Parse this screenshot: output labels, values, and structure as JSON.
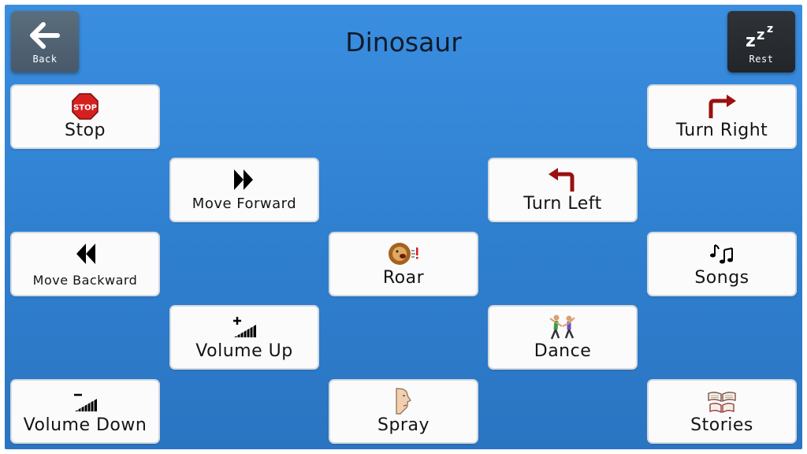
{
  "header": {
    "title": "Dinosaur"
  },
  "nav": {
    "back_label": "Back",
    "rest_label": "Rest"
  },
  "tiles": [
    {
      "id": "stop",
      "label": "Stop",
      "icon": "stop-sign-icon"
    },
    {
      "id": "turn-right",
      "label": "Turn Right",
      "icon": "turn-right-arrow-icon"
    },
    {
      "id": "move-forward",
      "label": "Move Forward",
      "icon": "fast-forward-icon"
    },
    {
      "id": "turn-left",
      "label": "Turn Left",
      "icon": "turn-left-arrow-icon"
    },
    {
      "id": "move-backward",
      "label": "Move Backward",
      "icon": "rewind-icon"
    },
    {
      "id": "roar",
      "label": "Roar",
      "icon": "roaring-lion-icon"
    },
    {
      "id": "songs",
      "label": "Songs",
      "icon": "music-notes-icon"
    },
    {
      "id": "volume-up",
      "label": "Volume Up",
      "icon": "volume-up-icon"
    },
    {
      "id": "dance",
      "label": "Dance",
      "icon": "dancing-people-icon"
    },
    {
      "id": "volume-down",
      "label": "Volume Down",
      "icon": "volume-down-icon"
    },
    {
      "id": "spray",
      "label": "Spray",
      "icon": "face-profile-icon"
    },
    {
      "id": "stories",
      "label": "Stories",
      "icon": "open-book-icon"
    }
  ],
  "colors": {
    "background": "#3a8ee0",
    "tile": "#fbfbfb",
    "back_button": "#4f6170",
    "rest_button": "#2a2d31",
    "arrow_red": "#9b1010"
  }
}
